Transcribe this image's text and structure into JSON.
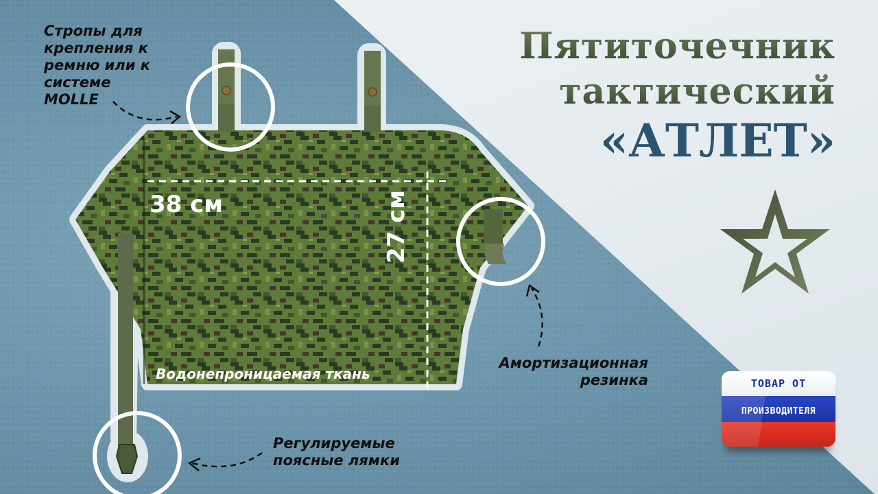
{
  "title": {
    "line1": "Пятиточечник",
    "line2": "тактический",
    "line3": "«АТЛЕТ»"
  },
  "callouts": {
    "molle": [
      "Стропы для",
      "крепления к",
      "ремню или к",
      "системе",
      "MOLLE"
    ],
    "elastic": [
      "Амортизационная",
      "резинка"
    ],
    "straps": [
      "Регулируемые",
      "поясные лямки"
    ],
    "fabric": "Водонепроницаемая ткань"
  },
  "dimensions": {
    "width": "38 см",
    "height": "27 см"
  },
  "badge": {
    "line1": "ТОВАР ОТ",
    "line2": "ПРОИЗВОДИТЕЛЯ",
    "colors": {
      "white": "#ffffff",
      "blue": "#2a47c0",
      "red": "#e8382b"
    }
  },
  "colors": {
    "background_blue": "#6f97ac",
    "background_light": "#e6ecef",
    "title_green": "#4e5c44",
    "title_blue": "#2b5470",
    "star_green": "#5f6b4c",
    "camo_base": "#5e7a3a"
  },
  "icons": {
    "star": "star-outline-icon"
  }
}
